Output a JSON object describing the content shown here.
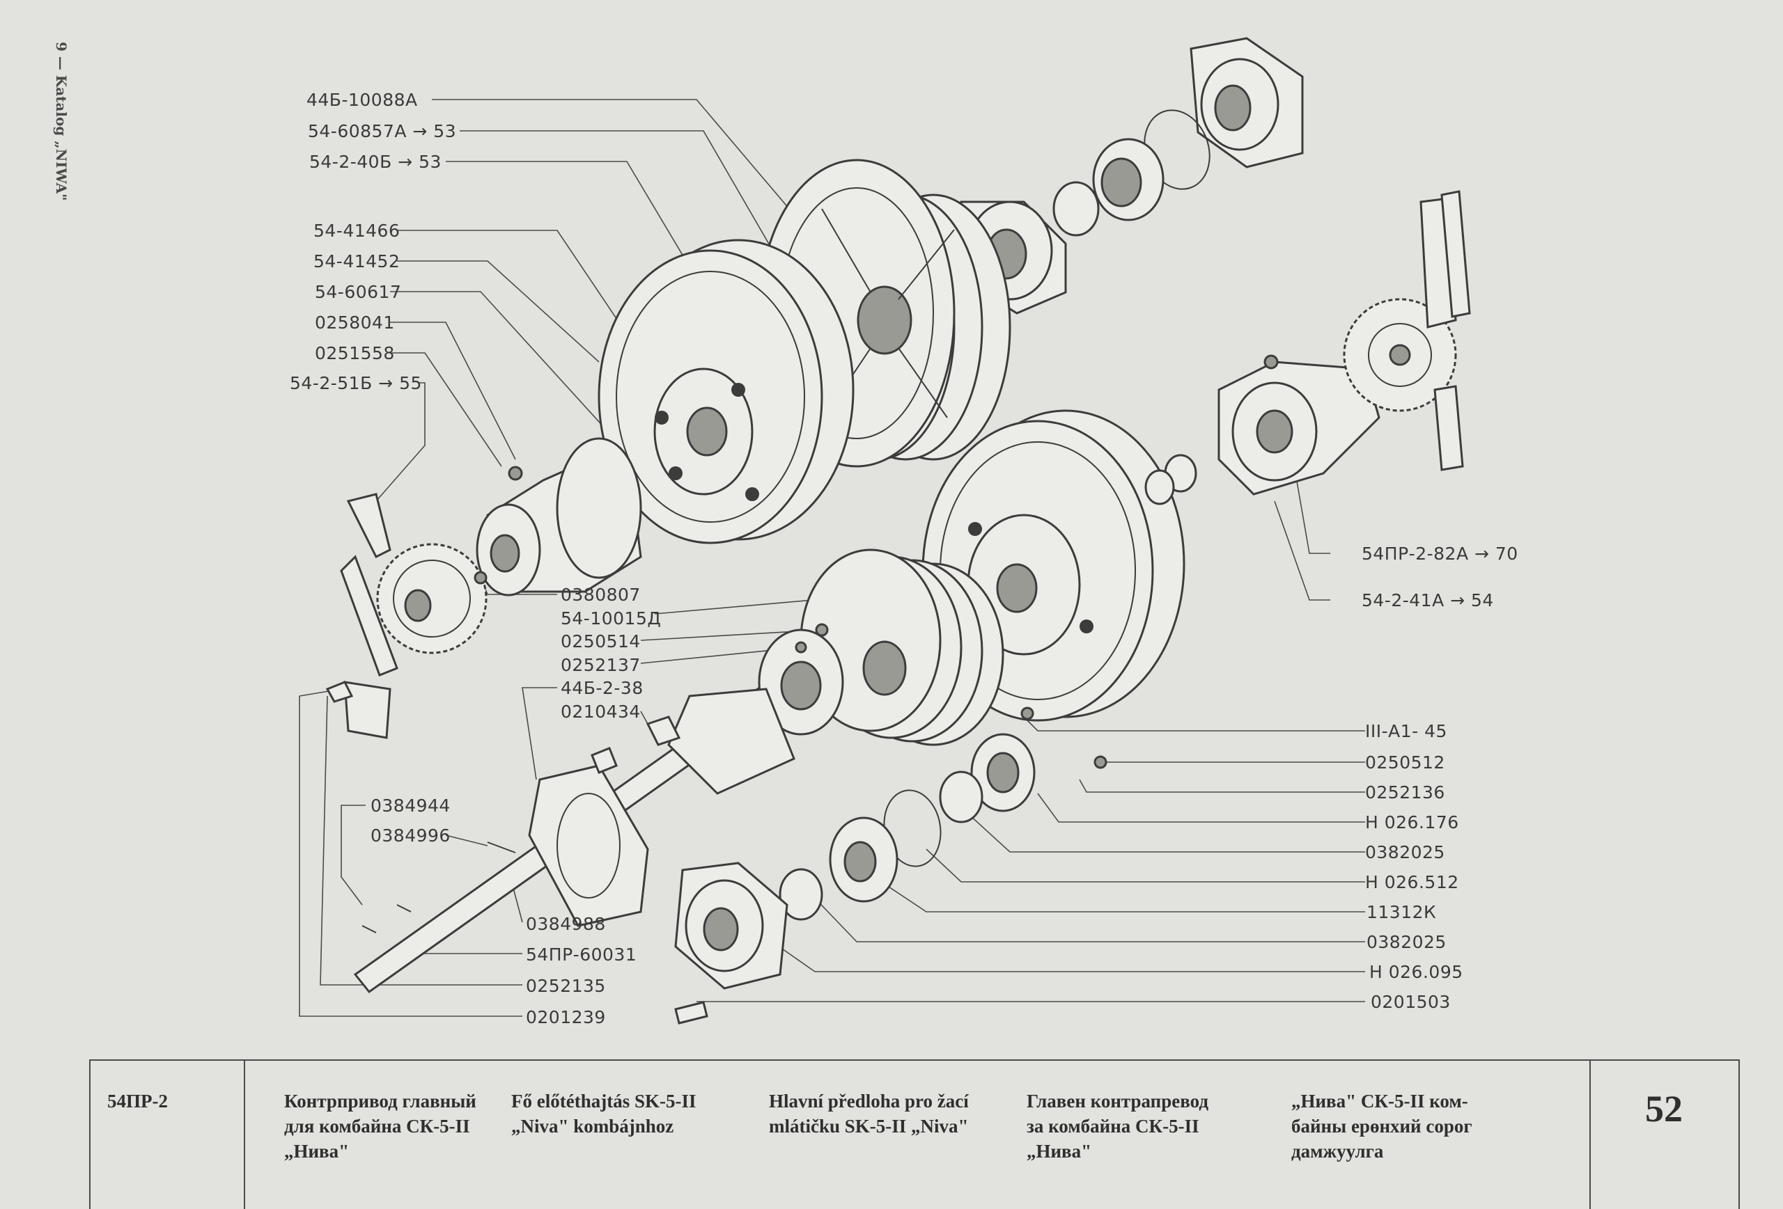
{
  "side_note": "9 — Katalog „NIWA\"",
  "labels_left": [
    "44Б-10088А",
    "54-60857А → 53",
    "54-2-40Б → 53",
    "54-41466",
    "54-41452",
    "54-60617",
    "0258041",
    "0251558",
    "54-2-51Б → 55"
  ],
  "labels_center": [
    "0380807",
    "54-10015Д",
    "0250514",
    "0252137",
    "44Б-2-38",
    "0210434"
  ],
  "labels_lower_left": [
    "0384944",
    "0384996",
    "0384988",
    "54ПР-60031",
    "0252135",
    "0201239"
  ],
  "labels_right_top": [
    "54ПР-2-82А → 70",
    "54-2-41А → 54"
  ],
  "labels_right": [
    "III-А1- 45",
    "0250512",
    "0252136",
    "Н 026.176",
    "0382025",
    "Н 026.512",
    "11312К",
    "0382025",
    "Н 026.095",
    "0201503"
  ],
  "footer": {
    "code": "54ПР-2",
    "russian": "Контрпривод главный\nдля комбайна СК-5-II\n„Нива\"",
    "hungarian": "Fő előtéthajtás SK-5-II\n„Niva\" kombájnhoz",
    "czech": "Hlavní předloha pro žací\nmlátičku SK-5-II „Niva\"",
    "bulgarian": "Главен контрапревод\nза комбайна СК-5-II\n„Нива\"",
    "mongolian": "„Нива\" СК-5-II ком-\nбайны ерөнхий сорог\nдамжуулга",
    "page_number": "52"
  }
}
